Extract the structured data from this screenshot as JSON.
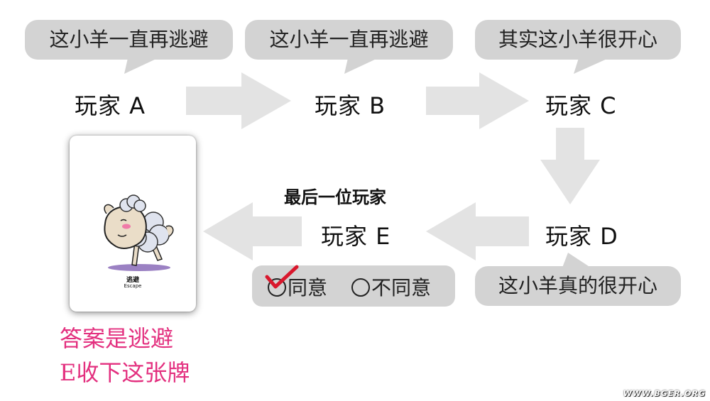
{
  "bubbles": {
    "a": "这小羊一直再逃避",
    "b": "这小羊一直再逃避",
    "c": "其实这小羊很开心",
    "d": "这小羊真的很开心"
  },
  "players": {
    "a": "玩家 A",
    "b": "玩家 B",
    "c": "玩家 C",
    "d": "玩家 D",
    "e": "玩家 E"
  },
  "last_player_label": "最后一位玩家",
  "card": {
    "title": "逃避",
    "subtitle": "Escape"
  },
  "vote": {
    "agree": "同意",
    "disagree": "不同意",
    "checked": "agree"
  },
  "answer": {
    "line1": "答案是逃避",
    "line2": "E收下这张牌"
  },
  "watermark": "WWW.BGER.ORG",
  "colors": {
    "bubble": "#d3d3d3",
    "arrow": "#e3e3e3",
    "answer": "#e3307f",
    "check": "#d9182d"
  }
}
